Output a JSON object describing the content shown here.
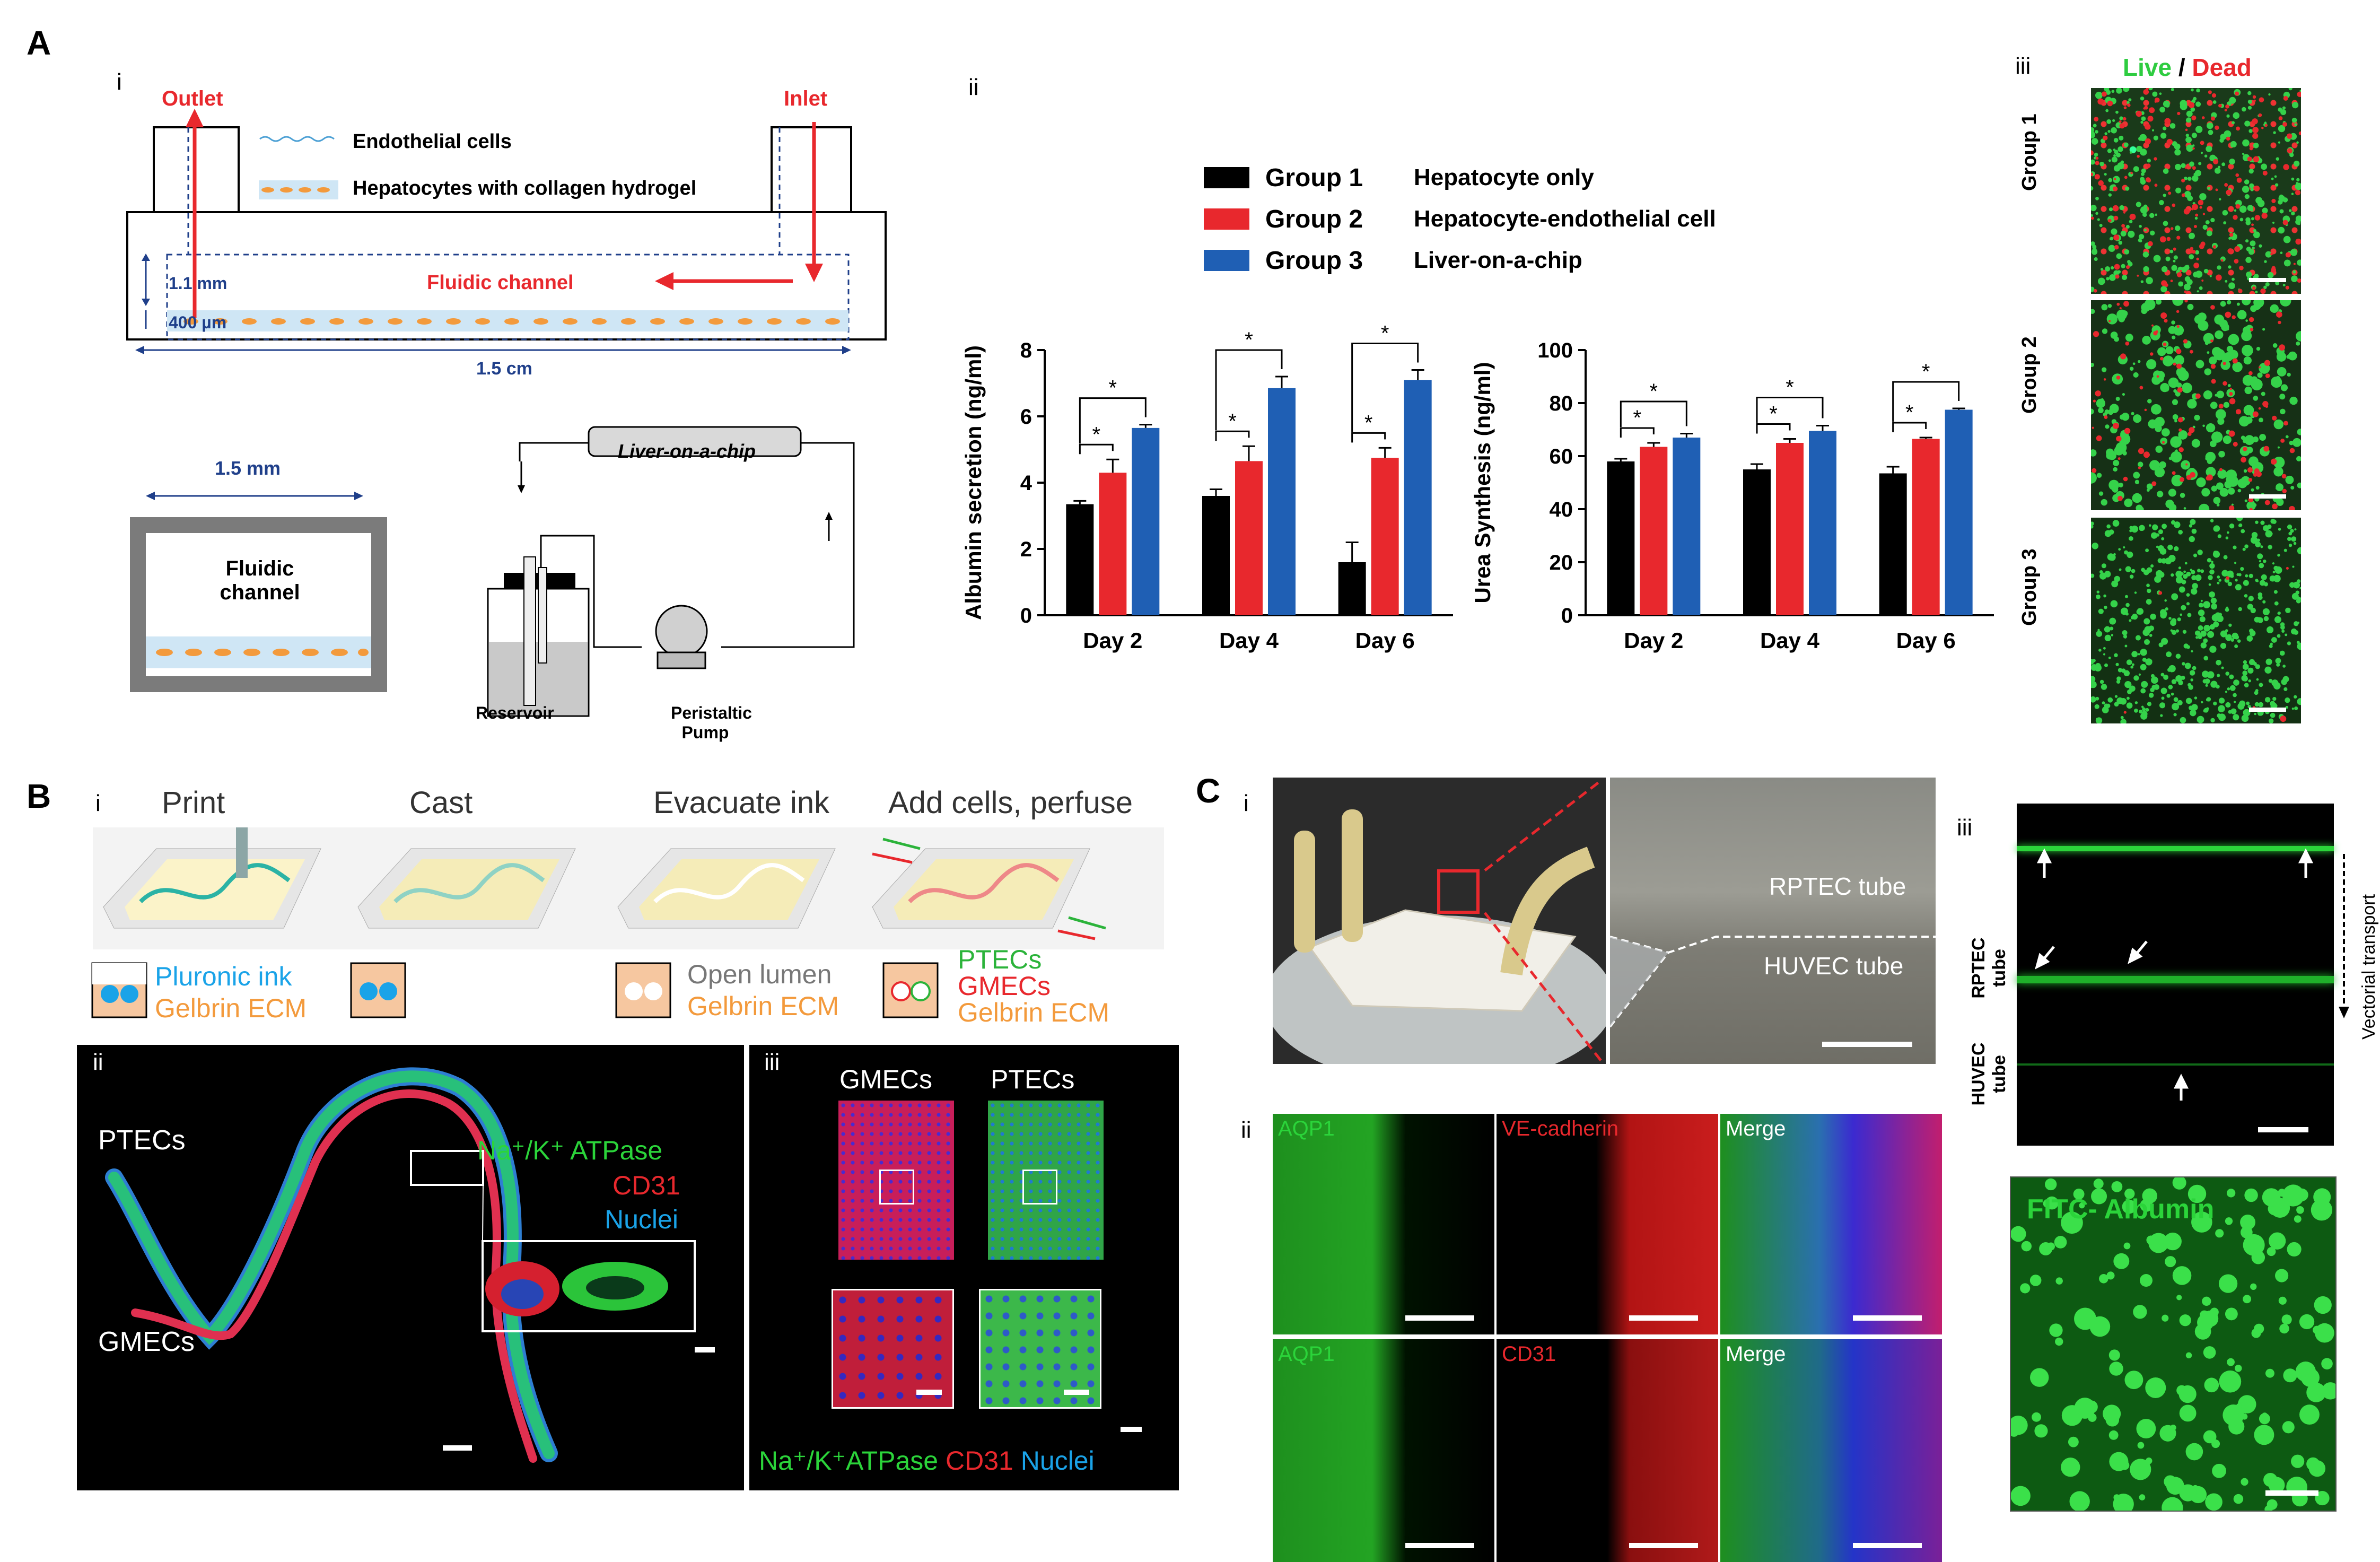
{
  "panels": {
    "A": "A",
    "B": "B",
    "C": "C"
  },
  "panelA": {
    "sub_i": "i",
    "sub_ii": "ii",
    "sub_iii": "iii",
    "outlet": "Outlet",
    "inlet": "Inlet",
    "legend_endo": "Endothelial cells",
    "legend_hep": "Hepatocytes with collagen hydrogel",
    "fluidic_channel": "Fluidic channel",
    "dim_11": "1.1 mm",
    "dim_400": "400 µm",
    "dim_15cm": "1.5 cm",
    "dim_15mm": "1.5 mm",
    "cross_label": "Fluidic\nchannel",
    "liver_chip": "Liver-on-a-chip",
    "reservoir": "Reservoir",
    "pump": "Peristaltic\nPump",
    "groups": [
      {
        "name": "Group 1",
        "desc": "Hepatocyte only",
        "color": "#000000"
      },
      {
        "name": "Group 2",
        "desc": "Hepatocyte-endothelial cell",
        "color": "#e8282d"
      },
      {
        "name": "Group 3",
        "desc": "Liver-on-a-chip",
        "color": "#1f5fb4"
      }
    ],
    "live": "Live",
    "slash": " / ",
    "dead": "Dead",
    "iii_group_labels": [
      "Group 1",
      "Group 2",
      "Group 3"
    ]
  },
  "chart_data": [
    {
      "type": "bar",
      "ylabel": "Albumin secretion (ng/ml)",
      "categories": [
        "Day 2",
        "Day 4",
        "Day 6"
      ],
      "ylim": [
        0,
        8
      ],
      "yticks": [
        "0",
        "2",
        "4",
        "6",
        "8"
      ],
      "series": [
        {
          "name": "Group 1",
          "values": [
            3.35,
            3.6,
            1.6
          ],
          "errors": [
            0.1,
            0.2,
            0.6
          ]
        },
        {
          "name": "Group 2",
          "values": [
            4.3,
            4.65,
            4.75
          ],
          "errors": [
            0.4,
            0.45,
            0.3
          ]
        },
        {
          "name": "Group 3",
          "values": [
            5.65,
            6.85,
            7.1
          ],
          "errors": [
            0.1,
            0.35,
            0.3
          ]
        }
      ],
      "annotations": [
        "*",
        "*",
        "*",
        "*",
        "*",
        "*"
      ]
    },
    {
      "type": "bar",
      "ylabel": "Urea Synthesis (ng/ml)",
      "categories": [
        "Day 2",
        "Day 4",
        "Day 6"
      ],
      "ylim": [
        0,
        100
      ],
      "yticks": [
        "0",
        "20",
        "40",
        "60",
        "80",
        "100"
      ],
      "series": [
        {
          "name": "Group 1",
          "values": [
            58,
            55,
            53.5
          ],
          "errors": [
            1,
            2,
            2.5
          ]
        },
        {
          "name": "Group 2",
          "values": [
            63.5,
            65,
            66.5
          ],
          "errors": [
            1.5,
            1.5,
            0.5
          ]
        },
        {
          "name": "Group 3",
          "values": [
            67,
            69.5,
            77.5
          ],
          "errors": [
            1.5,
            2,
            0.5
          ]
        }
      ],
      "annotations": [
        "*",
        "*",
        "*",
        "*",
        "*",
        "*"
      ]
    }
  ],
  "panelB": {
    "sub_i": "i",
    "sub_ii": "ii",
    "sub_iii": "iii",
    "steps": [
      "Print",
      "Cast",
      "Evacuate ink",
      "Add cells, perfuse"
    ],
    "pluronic": "Pluronic ink",
    "gelbrin": "Gelbrin ECM",
    "open_lumen": "Open lumen",
    "ptecs": "PTECs",
    "gmecs": "GMECs",
    "ii_ptecs": "PTECs",
    "ii_gmecs": "GMECs",
    "atpase": "Na⁺/K⁺ ATPase",
    "cd31": "CD31",
    "nuclei": "Nuclei",
    "iii_gmecs": "GMECs",
    "iii_ptecs": "PTECs",
    "iii_atpase": "Na⁺/K⁺ATPase",
    "iii_cd31": "CD31",
    "iii_nuclei": "Nuclei"
  },
  "panelC": {
    "sub_i": "i",
    "sub_ii": "ii",
    "sub_iii": "iii",
    "rptec_tube": "RPTEC tube",
    "huvec_tube": "HUVEC tube",
    "aqp1": "AQP1",
    "vecad": "VE-cadherin",
    "merge": "Merge",
    "cd31": "CD31",
    "rptec_side": "RPTEC\ntube",
    "huvec_side": "HUVEC\ntube",
    "vectorial": "Vectorial transport",
    "fitc": "FITC- Albumin"
  },
  "colors": {
    "red": "#e8282d",
    "blue": "#1f5fb4",
    "green": "#2ecc40",
    "orange": "#f39a3c",
    "cyan": "#1aa3e8"
  }
}
